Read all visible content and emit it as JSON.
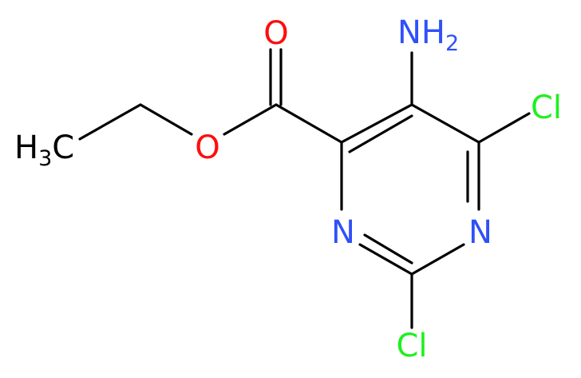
{
  "colors": {
    "background": "#ffffff",
    "bond": "#000000",
    "carbon_label": "#000000",
    "oxygen": "#ff0d0d",
    "nitrogen": "#3050f8",
    "chlorine": "#1ff01f"
  },
  "atoms": {
    "methyl": {
      "main": "H",
      "sub": "3",
      "tail": "C"
    },
    "ester_oxygen": "O",
    "carbonyl_oxygen": "O",
    "amino": {
      "main": "NH",
      "sub": "2"
    },
    "ring_nitrogen_left": "N",
    "ring_nitrogen_right": "N",
    "chlorine_upper": "Cl",
    "chlorine_lower": "Cl"
  }
}
